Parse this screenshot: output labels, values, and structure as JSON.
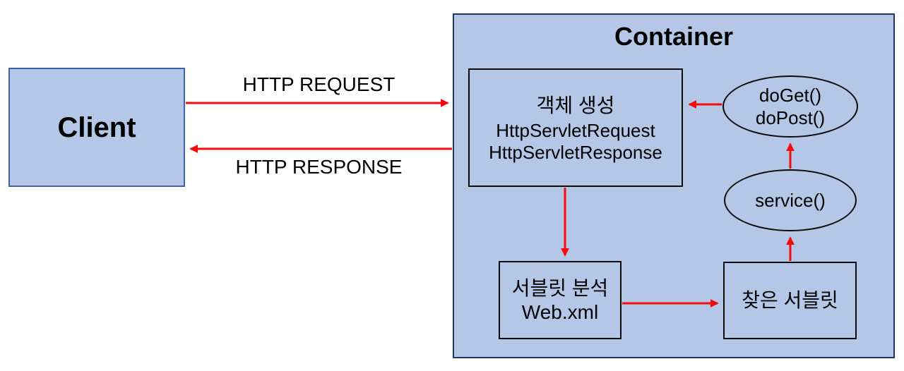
{
  "colors": {
    "background": "#FFFFFF",
    "fill": "#B4C7E7",
    "client_border": "#3A62A8",
    "container_border": "#1F3864",
    "inner_border": "#0B0B0B",
    "arrow": "#F40B0B",
    "text": "#000000"
  },
  "client": {
    "label": "Client"
  },
  "flows": {
    "request_label": "HTTP REQUEST",
    "response_label": "HTTP RESPONSE"
  },
  "container": {
    "title": "Container",
    "nodes": {
      "object_creation": {
        "line1": "객체 생성",
        "line2": "HttpServletRequest",
        "line3": "HttpServletResponse"
      },
      "do_get_post": {
        "line1": "doGet()",
        "line2": "doPost()"
      },
      "service": {
        "label": "service()"
      },
      "servlet_analysis": {
        "line1": "서블릿 분석",
        "line2": "Web.xml"
      },
      "found_servlet": {
        "label": "찾은 서블릿"
      }
    }
  }
}
